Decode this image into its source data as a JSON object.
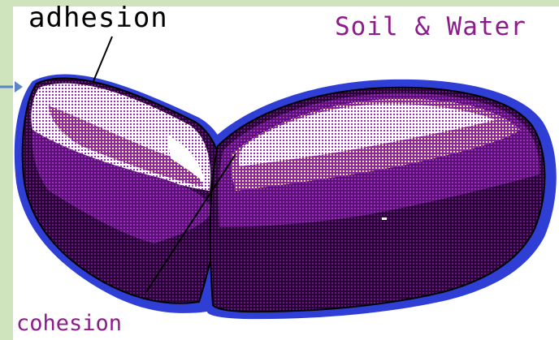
{
  "diagram": {
    "title": "Soil & Water",
    "labels": {
      "adhesion": "adhesion",
      "cohesion": "cohesion"
    },
    "colors": {
      "water": "#2f3fd6",
      "soil_dark": "#3d0a4a",
      "soil_mid": "#6a1a86",
      "soil_light": "#b43ad0",
      "highlight": "#f0f080",
      "title": "#8c1c8c",
      "frame": "#cfe3bd",
      "pointer": "#5b86c6"
    }
  }
}
